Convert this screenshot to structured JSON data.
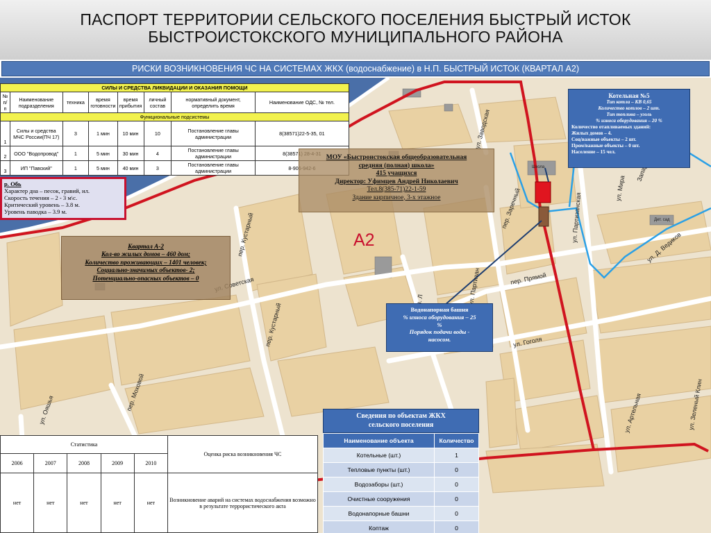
{
  "header": {
    "line1": "ПАСПОРТ ТЕРРИТОРИИ СЕЛЬСКОГО ПОСЕЛЕНИЯ БЫСТРЫЙ ИСТОК",
    "line2": "БЫСТРОИСТОКСКОГО МУНИЦИПАЛЬНОГО РАЙОНА"
  },
  "subtitle": "РИСКИ ВОЗНИКНОВЕНИЯ ЧС НА СИСТЕМАХ ЖКХ (водоснабжение) в Н.П. БЫСТРЫЙ ИСТОК (КВАРТАЛ А2)",
  "forces": {
    "title": "СИЛЫ И СРЕДСТВА ЛИКВИДАЦИИ И ОКАЗАНИЯ ПОМОЩИ",
    "headers": [
      "№ п/п",
      "Наименование подразделения",
      "техника",
      "время готовности",
      "время прибытия",
      "личный состав",
      "нормативный документ, определить время",
      "Наименование ОДС, № тел."
    ],
    "subtitle": "Функциональные подсистемы",
    "rows": [
      [
        "1",
        "Силы и средства МЧС России(ПЧ 17)",
        "3",
        "1 мин",
        "10 мин",
        "10",
        "Постановление главы администрации",
        "8(38571)22-5-35, 01"
      ],
      [
        "2",
        "ООО \"Водопровод\"",
        "1",
        "5 мин",
        "30 мин",
        "4",
        "Постановление главы администрации",
        "8(38571) 28-4-31"
      ],
      [
        "3",
        "ИП \"Павский\"",
        "1",
        "5 мин",
        "40 мин",
        "3",
        "Постановление главы администрации",
        "8-906-942-6"
      ]
    ]
  },
  "river": {
    "title": "р. Обь",
    "lines": [
      "Характер дна – песок, гравий, ил.",
      "Скорость течения – 2 - 3 м\\с.",
      "Критический уровень – 3.8 м.",
      "Уровень паводка – 3.9 м."
    ]
  },
  "school": {
    "name1": "МОУ «Быстроистокская общеобразовательная",
    "name2": "средняя (полная) школа»",
    "students": "415 учащихся",
    "director": "Директор: Уфимцев Андрей Николаевич",
    "phone": "Тел.8(385-71)22-1-59",
    "building": "Здание кирпичное, 3-х этажное"
  },
  "quarter": {
    "title": "Квартал А-2",
    "lines": [
      "Кол-во жилых домов – 460 дом;",
      "Количество проживающих – 1401 человек;",
      "Социально-значимых объектов- 2;",
      "Потенциально-опасных объектов – 0"
    ]
  },
  "boiler": {
    "title": "Котельная №5",
    "italic": [
      "Тип котла – КВ 0,65",
      "Количество котлов – 2 шт.",
      "Тип топлива – уголь",
      "% износа оборудования – 20 %"
    ],
    "plain": [
      "Количество отапливаемых зданий:",
      "Жилых домов – 4.",
      "Соц/важные объекты – 2 шт.",
      "Пром/важные объекты – 0 шт.",
      "Население – 15 чел."
    ]
  },
  "tower": {
    "title": "Водонапорная башня",
    "l1": "% износа оборудования – 25",
    "l2": "%",
    "l3": "Порядок подачи воды -",
    "l4": "насосом."
  },
  "map_label": "А2",
  "streets": {
    "kustarny": "пер. Кустарный",
    "sovetskaya": "ул. Советская",
    "kustarny2": "пер. Кустарный",
    "mokhovoy": "пер. Моховой",
    "oyachya": "ул. Ояшья",
    "zavodskaya": "ул. Заводская",
    "zarechny": "пер. Заречный",
    "mira": "ул. Мира",
    "partizanskaya": "ул. Партизанская",
    "vedikova": "ул. Д. Ведиков",
    "pryamoy": "пер. Прямой",
    "gogolya": "ул. Гоголя",
    "artelnaya": "ул. Артельная",
    "zeleny": "ул. Зеленый Клин",
    "lenina": "ул. Л",
    "partizanskaya2": "ул. Партизан",
    "shkola": "Школа",
    "detsad": "Дет. сад",
    "zapadnaya": "Западная"
  },
  "stats": {
    "title": "Статистика",
    "risk_header": "Оценка риска возникновения ЧС",
    "years": [
      "2006",
      "2007",
      "2008",
      "2009",
      "2010"
    ],
    "values": [
      "нет",
      "нет",
      "нет",
      "нет",
      "нет"
    ],
    "risk_text": "Возникновение аварий на системах водоснабжения возможно в результате террористического акта"
  },
  "jkh": {
    "caption1": "Сведения по объектам ЖКХ",
    "caption2": "сельского поселения",
    "col1": "Наименование объекта",
    "col2": "Количество",
    "rows": [
      [
        "Котельные (шт.)",
        "1"
      ],
      [
        "Тепловые пункты (шт.)",
        "0"
      ],
      [
        "Водозаборы (шт.)",
        "0"
      ],
      [
        "Очистные сооружения",
        "0"
      ],
      [
        "Водонапорные башни",
        "0"
      ],
      [
        "Коптаж",
        "0"
      ]
    ]
  },
  "colors": {
    "accent_blue": "#3f6cb3",
    "boundary_red": "#d0141f",
    "water": "#4a6fa8",
    "street": "#ffffff",
    "block": "#e9d1a3"
  }
}
